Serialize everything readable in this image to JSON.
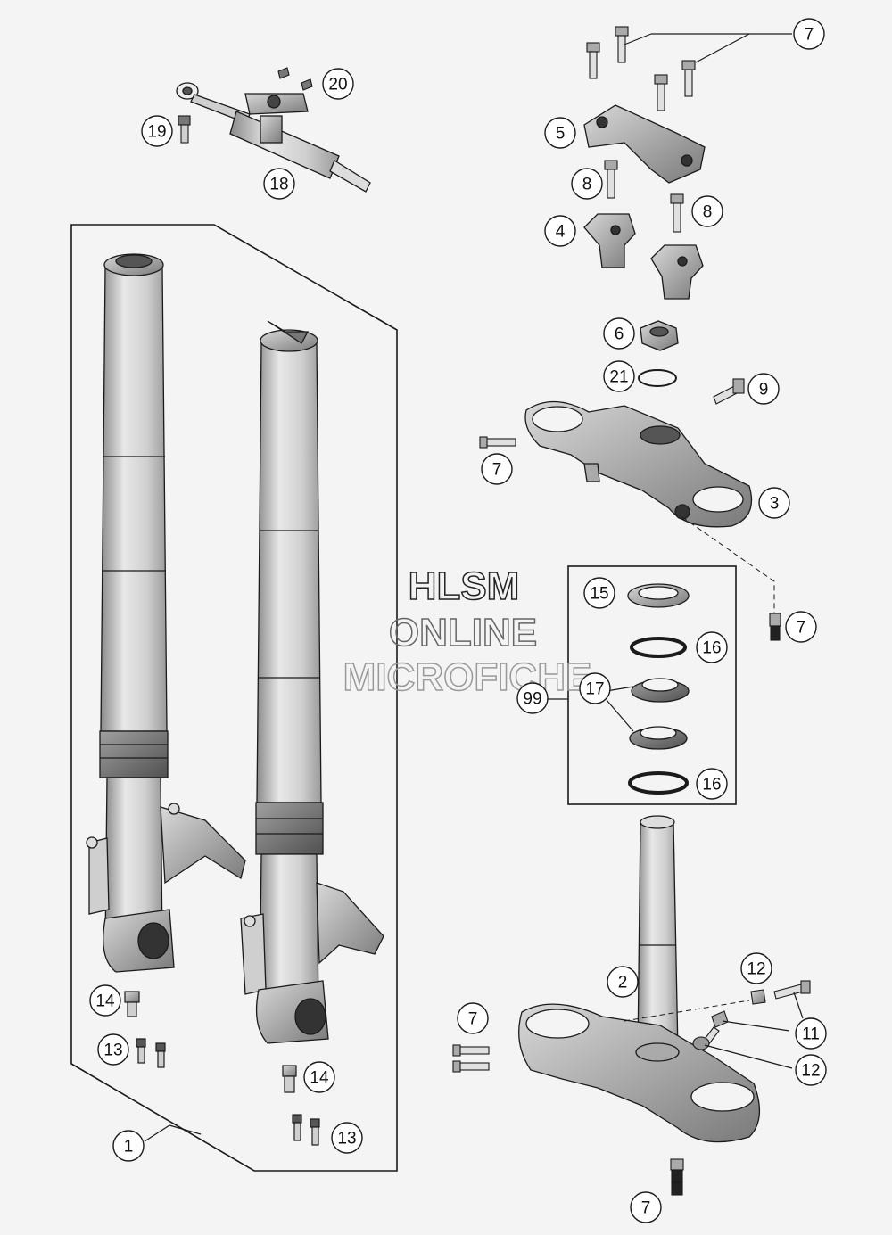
{
  "watermark": {
    "line1": "HLSM",
    "line2": "ONLINE",
    "line3": "MICROFICHE"
  },
  "callouts": {
    "c1": "1",
    "c2": "2",
    "c3": "3",
    "c4": "4",
    "c5": "5",
    "c6": "6",
    "c7": "7",
    "c8": "8",
    "c9": "9",
    "c11": "11",
    "c12": "12",
    "c13": "13",
    "c14": "14",
    "c15": "15",
    "c16": "16",
    "c17": "17",
    "c18": "18",
    "c19": "19",
    "c20": "20",
    "c21": "21",
    "c99": "99"
  },
  "colors": {
    "background": "#f4f4f4",
    "line": "#1a1a1a",
    "part_fill": "#ffffff",
    "shade": "#9a9a9a",
    "watermark_dark": "#222222",
    "watermark_light": "#9a9a9a"
  }
}
